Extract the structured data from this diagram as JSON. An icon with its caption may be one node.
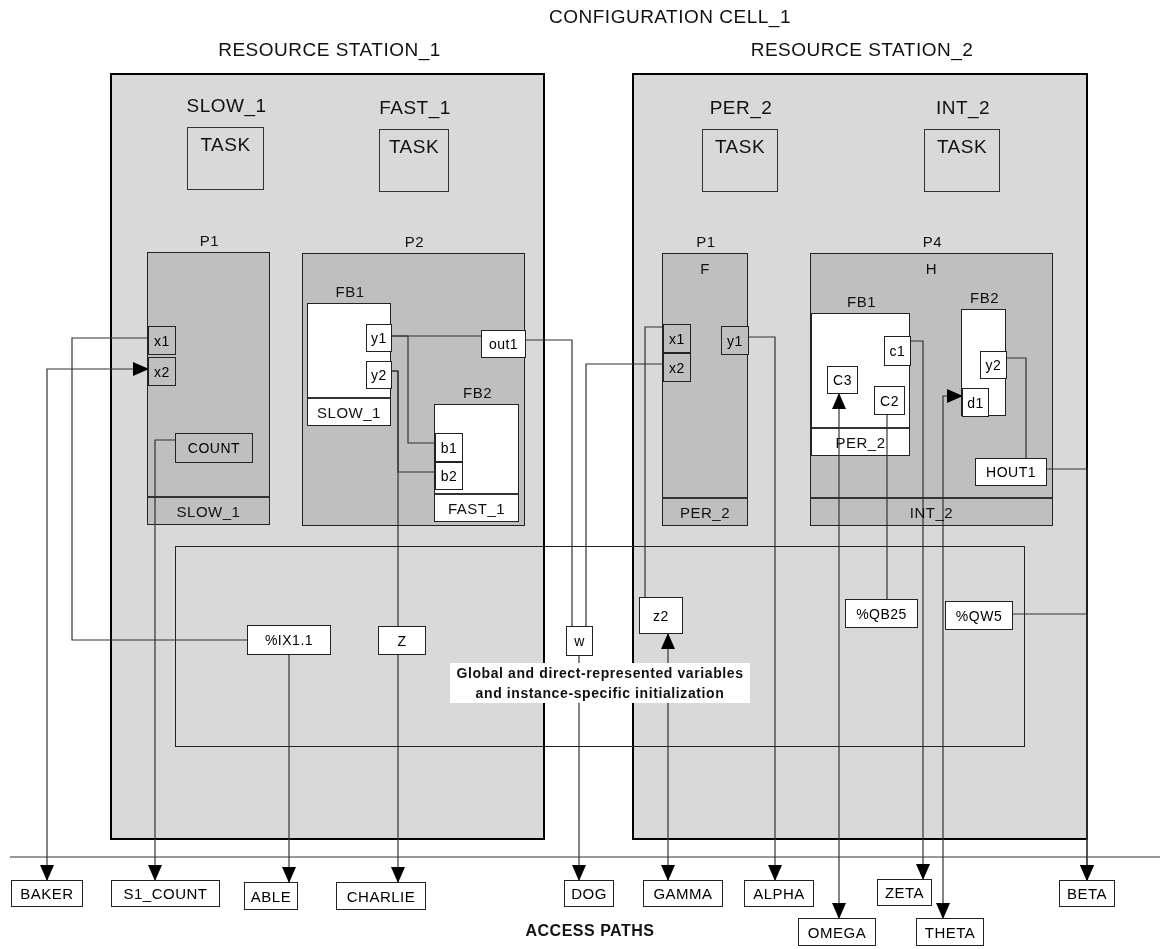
{
  "diagram": {
    "title": "CONFIGURATION CELL_1",
    "nodes": [
      {
        "text": [
          "RESOURCE STATION_1"
        ]
      },
      {
        "text": [
          "SLOW_1",
          "TASK"
        ],
        "in": 0
      },
      {
        "text": [
          "FAST_1",
          "TASK"
        ],
        "in": 0
      },
      {
        "text": [
          "P1",
          "SLOW_1"
        ],
        "in": 0
      },
      {
        "text": [
          "x1"
        ],
        "in": 3
      },
      {
        "text": [
          "x2"
        ],
        "in": 3
      },
      {
        "text": [
          "COUNT"
        ],
        "in": 3
      },
      {
        "text": [
          "P2"
        ],
        "in": 0
      },
      {
        "text": [
          "FB1",
          "SLOW_1"
        ],
        "in": 7
      },
      {
        "text": [
          "y1"
        ],
        "in": 8
      },
      {
        "text": [
          "y2"
        ],
        "in": 8
      },
      {
        "text": [
          "out1"
        ],
        "in": 7
      },
      {
        "text": [
          "FB2",
          "FAST_1"
        ],
        "in": 7
      },
      {
        "text": [
          "b1"
        ],
        "in": 12
      },
      {
        "text": [
          "b2"
        ],
        "in": 12
      },
      {
        "text": [
          "%IX1.1"
        ]
      },
      {
        "text": [
          "Z"
        ]
      },
      {
        "text": [
          "ACCESS PATHS"
        ]
      },
      {
        "text": [
          "RESOURCE STATION_2"
        ]
      },
      {
        "text": [
          "PER_2",
          "TASK"
        ],
        "in": 18
      },
      {
        "text": [
          "INT_2",
          "TASK"
        ],
        "in": 18
      },
      {
        "text": [
          "P1",
          "F",
          "PER_2"
        ],
        "in": 18
      },
      {
        "text": [
          "x1"
        ],
        "in": 21
      },
      {
        "text": [
          "x2"
        ],
        "in": 21
      },
      {
        "text": [
          "y1"
        ],
        "in": 21
      },
      {
        "text": [
          "P4",
          "H",
          "INT_2"
        ],
        "in": 18
      },
      {
        "text": [
          "FB1",
          "PER_2"
        ],
        "in": 25
      },
      {
        "text": [
          "c1"
        ],
        "in": 26
      },
      {
        "text": [
          "C3"
        ],
        "in": 26
      },
      {
        "text": [
          "C2"
        ],
        "in": 26
      },
      {
        "text": [
          "FB2"
        ],
        "in": 25
      },
      {
        "text": [
          "y2"
        ],
        "in": 30
      },
      {
        "text": [
          "d1"
        ],
        "in": 30
      },
      {
        "text": [
          "HOUT1"
        ],
        "in": 25
      },
      {
        "text": [
          "z2"
        ]
      },
      {
        "text": [
          "%QB25"
        ]
      },
      {
        "text": [
          "%QW5"
        ]
      },
      {
        "text": [
          "Global and direct-represented variables and instance-specific initialization"
        ]
      },
      {
        "text": [
          "w"
        ],
        "in": 37
      },
      {
        "text": [
          "BAKER"
        ]
      },
      {
        "text": [
          "S1_COUNT"
        ]
      },
      {
        "text": [
          "ABLE"
        ]
      },
      {
        "text": [
          "CHARLIE"
        ]
      },
      {
        "text": [
          "DOG"
        ]
      },
      {
        "text": [
          "GAMMA"
        ]
      },
      {
        "text": [
          "ALPHA"
        ]
      },
      {
        "text": [
          "OMEGA"
        ]
      },
      {
        "text": [
          "ZETA"
        ]
      },
      {
        "text": [
          "THETA"
        ]
      },
      {
        "text": [
          "BETA"
        ]
      }
    ],
    "edges": [
      {
        "from": 15,
        "to": 4,
        "arrow": "none"
      },
      {
        "from": 15,
        "to": 41,
        "arrow": "to"
      },
      {
        "from": 5,
        "to": 39,
        "arrow": "both"
      },
      {
        "from": 6,
        "to": 40,
        "arrow": "to"
      },
      {
        "from": 9,
        "to": 11,
        "arrow": "none"
      },
      {
        "from": 9,
        "to": 13,
        "arrow": "none"
      },
      {
        "from": 10,
        "to": 14,
        "arrow": "none"
      },
      {
        "from": 10,
        "to": 16,
        "arrow": "none"
      },
      {
        "from": 16,
        "to": 42,
        "arrow": "to"
      },
      {
        "from": 11,
        "to": 38,
        "arrow": "none"
      },
      {
        "from": 38,
        "to": 23,
        "arrow": "none"
      },
      {
        "from": 38,
        "to": 43,
        "arrow": "to"
      },
      {
        "from": 22,
        "to": 34,
        "arrow": "none"
      },
      {
        "from": 34,
        "to": 44,
        "arrow": "both"
      },
      {
        "from": 24,
        "to": 45,
        "arrow": "to"
      },
      {
        "from": 28,
        "to": 46,
        "arrow": "both"
      },
      {
        "from": 29,
        "to": 35,
        "arrow": "none"
      },
      {
        "from": 27,
        "to": 47,
        "arrow": "to"
      },
      {
        "from": 32,
        "to": 48,
        "arrow": "both"
      },
      {
        "from": 31,
        "to": 33,
        "arrow": "none"
      },
      {
        "from": 33,
        "to": 49,
        "arrow": "to"
      },
      {
        "from": 36,
        "to": 49,
        "arrow": "to"
      }
    ]
  }
}
